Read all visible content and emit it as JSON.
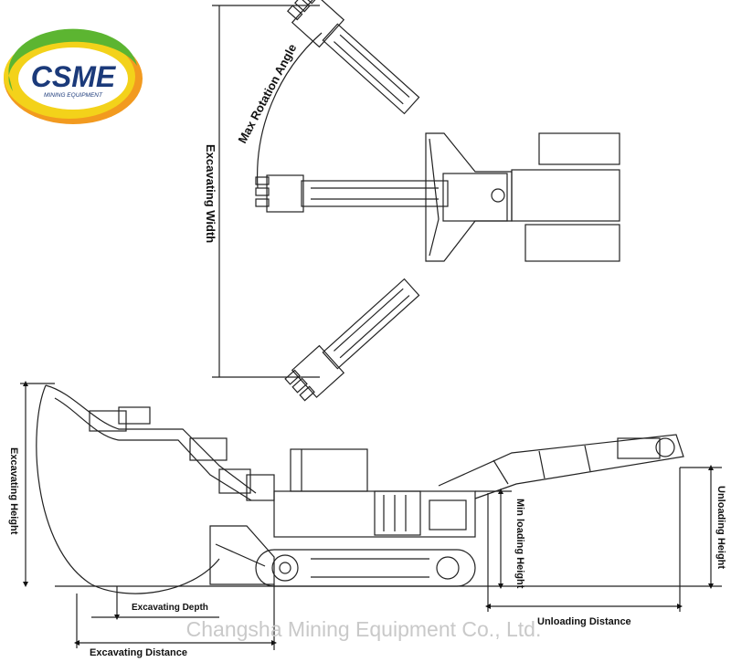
{
  "logo": {
    "brand": "CSME",
    "subtitle": "MINING EQUIPMENT",
    "colors": {
      "navy": "#1b3a7a",
      "green": "#5cb531",
      "orange": "#f29a1f",
      "yellow": "#f3d21a"
    }
  },
  "top_view": {
    "label_rotation": "Max Rotation Angle",
    "label_width": "Excavating Width"
  },
  "side_view": {
    "label_excavating_height": "Excavating Height",
    "label_excavating_depth": "Excavating Depth",
    "label_excavating_distance": "Excavating Distance",
    "label_min_loading_height": "Min loading Height",
    "label_unloading_height": "Unloading Height",
    "label_unloading_distance": "Unloading Distance"
  },
  "watermark": "Changsha Mining Equipment Co., Ltd."
}
